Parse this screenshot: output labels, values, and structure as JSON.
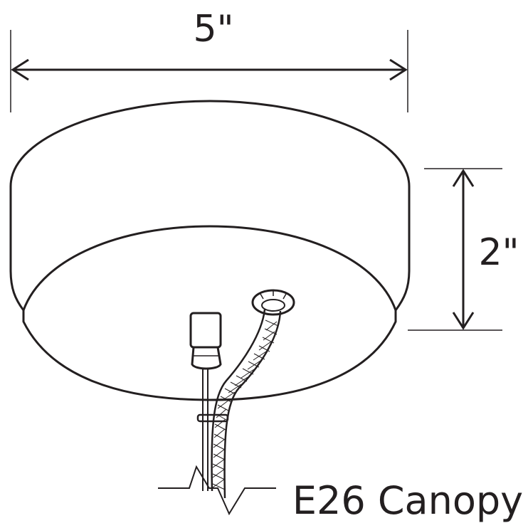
{
  "dimensions": {
    "width_label": "5\"",
    "height_label": "2\""
  },
  "caption": "E26 Canopy",
  "colors": {
    "line": "#231f20",
    "background": "#ffffff"
  }
}
